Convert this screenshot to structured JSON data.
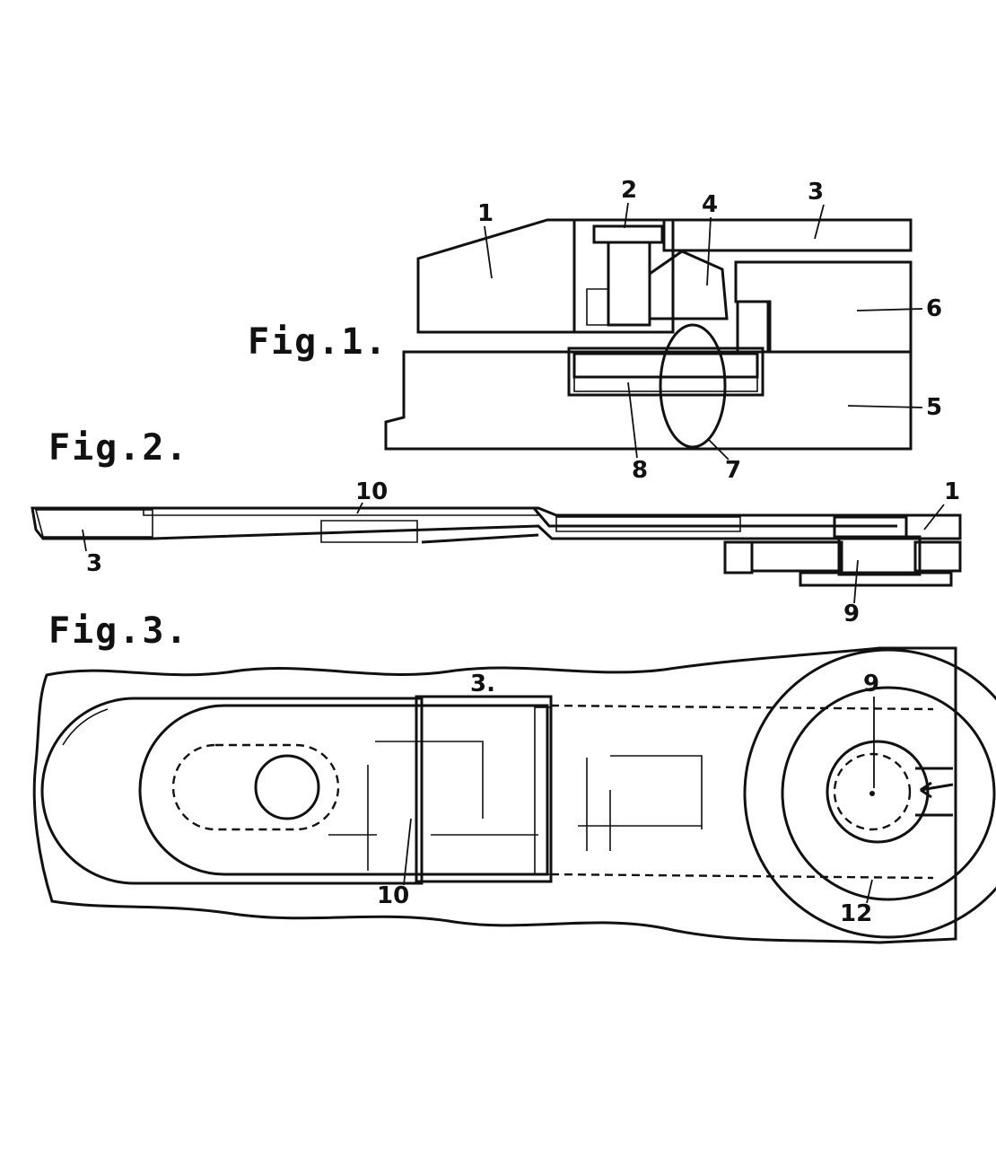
{
  "figures": {
    "fig1": "Fig.1.",
    "fig2": "Fig.2.",
    "fig3": "Fig.3."
  },
  "fig1_labels": {
    "l1": "1",
    "l2": "2",
    "l3": "3",
    "l4": "4",
    "l5": "5",
    "l6": "6",
    "l7": "7",
    "l8": "8"
  },
  "fig2_labels": {
    "l3": "3",
    "l10": "10",
    "l1": "1",
    "l9": "9"
  },
  "fig3_labels": {
    "l3": "3.",
    "l9": "9",
    "l10": "10",
    "l12": "12"
  },
  "colors": {
    "ink": "#111111",
    "paper": "#ffffff"
  }
}
